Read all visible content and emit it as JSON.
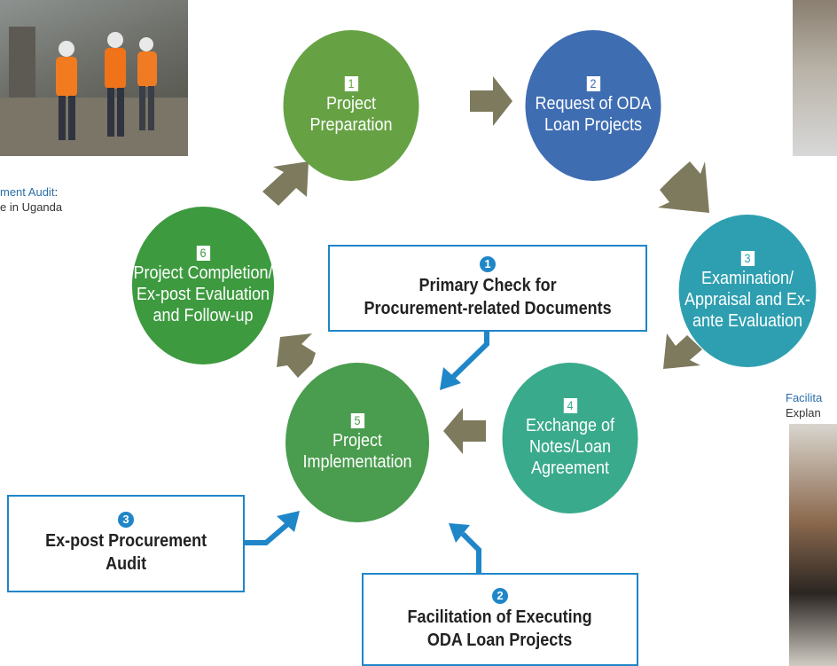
{
  "captions": {
    "audit_title": "ment Audit",
    "audit_colon": ":",
    "audit_sub": "e in Uganda",
    "facilit_title": "Facilita",
    "facilit_sub": "Explan"
  },
  "steps": [
    {
      "num": "1",
      "label": "Project\nPreparation",
      "color": "#66a244"
    },
    {
      "num": "2",
      "label": "Request of ODA\nLoan Projects",
      "color": "#3f6db2"
    },
    {
      "num": "3",
      "label": "Examination/\nAppraisal and Ex-\nante Evaluation",
      "color": "#2e9fb0"
    },
    {
      "num": "4",
      "label": "Exchange of\nNotes/Loan\nAgreement",
      "color": "#3aaa8c"
    },
    {
      "num": "5",
      "label": "Project\nImplementation",
      "color": "#4a9c4e"
    },
    {
      "num": "6",
      "label": "Project Completion/\nEx-post Evaluation\nand Follow-up",
      "color": "#3d9a3f"
    }
  ],
  "boxes": [
    {
      "num": "1",
      "label": "Primary Check for\nProcurement-related Documents"
    },
    {
      "num": "2",
      "label": "Facilitation of Executing\nODA Loan Projects"
    },
    {
      "num": "3",
      "label": "Ex-post Procurement\nAudit"
    }
  ],
  "colors": {
    "cycle_arrow": "#7d7a5e",
    "box_arrow": "#1f86c8"
  }
}
